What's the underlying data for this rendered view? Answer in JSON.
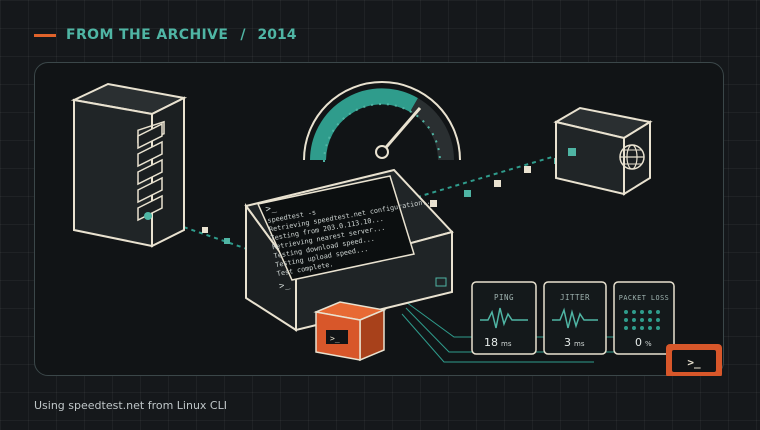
{
  "header": {
    "kicker": "FROM THE ARCHIVE",
    "separator": "/",
    "year": "2014"
  },
  "terminal": {
    "prompt": ">_",
    "lines": [
      "speedtest -s",
      "Retrieving speedtest.net configuration...",
      "Testing  from  203.0.113.10...",
      "Retrieving nearest server...",
      "Testing download speed...",
      "Testing upload speed...",
      "Test complete."
    ]
  },
  "metrics": [
    {
      "title": "PING",
      "value": "18",
      "unit": "ms"
    },
    {
      "title": "JITTER",
      "value": "3",
      "unit": "ms"
    },
    {
      "title": "PACKET LOSS",
      "value": "0",
      "unit": "%"
    }
  ],
  "terminal_badge": ">_",
  "usb_badge": ">_",
  "caption": "Using speedtest.net from Linux CLI",
  "icons": {
    "server": "server-rack-icon",
    "globe": "globe-icon",
    "gauge": "speedometer-gauge-icon",
    "terminal": "terminal-icon"
  },
  "colors": {
    "background": "#15181b",
    "accent_teal": "#2f9c8c",
    "accent_orange": "#d8572a",
    "outline": "#e9e2d0"
  }
}
